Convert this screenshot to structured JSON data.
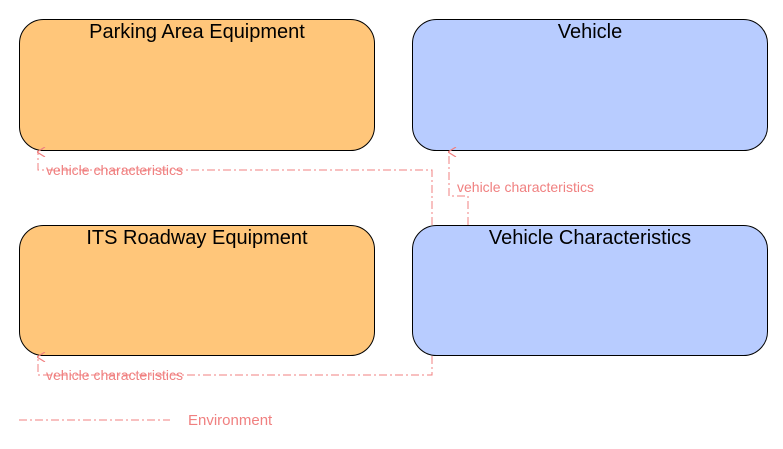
{
  "nodes": {
    "parking_area_equipment": {
      "title": "Parking Area Equipment"
    },
    "vehicle": {
      "title": "Vehicle"
    },
    "its_roadway_equipment": {
      "title": "ITS Roadway Equipment"
    },
    "vehicle_characteristics": {
      "title": "Vehicle Characteristics"
    }
  },
  "flows": [
    {
      "label": "vehicle characteristics",
      "from": "Vehicle Characteristics",
      "to": "Parking Area Equipment"
    },
    {
      "label": "vehicle characteristics",
      "from": "Vehicle Characteristics",
      "to": "Vehicle"
    },
    {
      "label": "vehicle characteristics",
      "from": "Vehicle Characteristics",
      "to": "ITS Roadway Equipment"
    }
  ],
  "legend": {
    "label": "Environment"
  },
  "colors": {
    "orange_fill": "#ffc67a",
    "blue_fill": "#b8ccff",
    "flow_line": "#f08080",
    "outline": "#000000"
  }
}
